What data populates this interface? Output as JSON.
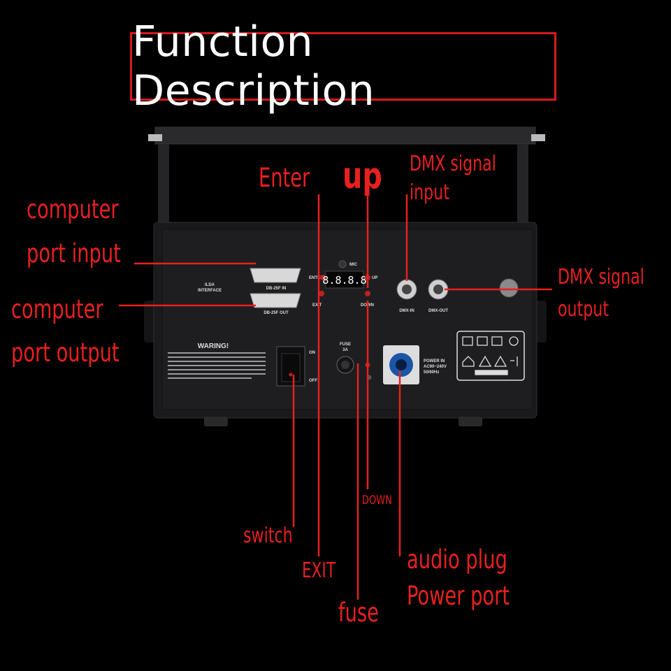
{
  "title": "Function Description",
  "labels": {
    "enter": "Enter",
    "up": "up",
    "dmx_in_1": "DMX signal",
    "dmx_in_2": "input",
    "dmx_out_1": "DMX signal",
    "dmx_out_2": "output",
    "pc_in_1": "computer",
    "pc_in_2": "port input",
    "pc_out_1": "computer",
    "pc_out_2": "port output",
    "down": "DOWN",
    "switch": "switch",
    "exit": "EXIT",
    "fuse": "fuse",
    "audio": "audio plug",
    "power": "Power port"
  },
  "panel": {
    "ilda_1": "ILDA",
    "ilda_2": "INTERFACE",
    "db_in": "DB-25F IN",
    "db_out": "DB-25F OUT",
    "mic": "MIC",
    "enter": "ENTER",
    "exit": "EXIT",
    "up": "UP",
    "down": "DOWN",
    "display": "8.8.8.8",
    "dmx_in": "DMX-IN",
    "dmx_out": "DMX-OUT",
    "warning": "WARING!",
    "on": "ON",
    "off": "OFF",
    "fuse": "FUSE",
    "fuse_rating": "3A",
    "power_1": "POWER IN",
    "power_2": "AC90~240V",
    "power_3": "50/60Hz"
  },
  "colors": {
    "accent": "#e8201f",
    "frame": "#d71a1f",
    "panel": "#1a1a1c"
  }
}
